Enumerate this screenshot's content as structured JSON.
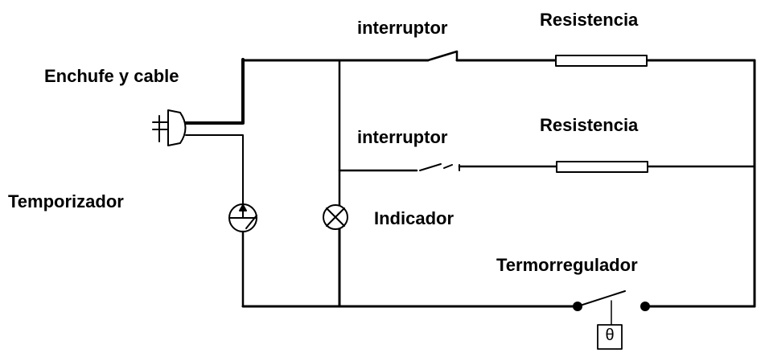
{
  "labels": {
    "switch_top": "interruptor",
    "resistor_top": "Resistencia",
    "plug": "Enchufe y cable",
    "switch_middle": "interruptor",
    "resistor_middle": "Resistencia",
    "timer": "Temporizador",
    "indicator": "Indicador",
    "thermostat": "Termorregulador",
    "thermostat_symbol": "θ"
  }
}
